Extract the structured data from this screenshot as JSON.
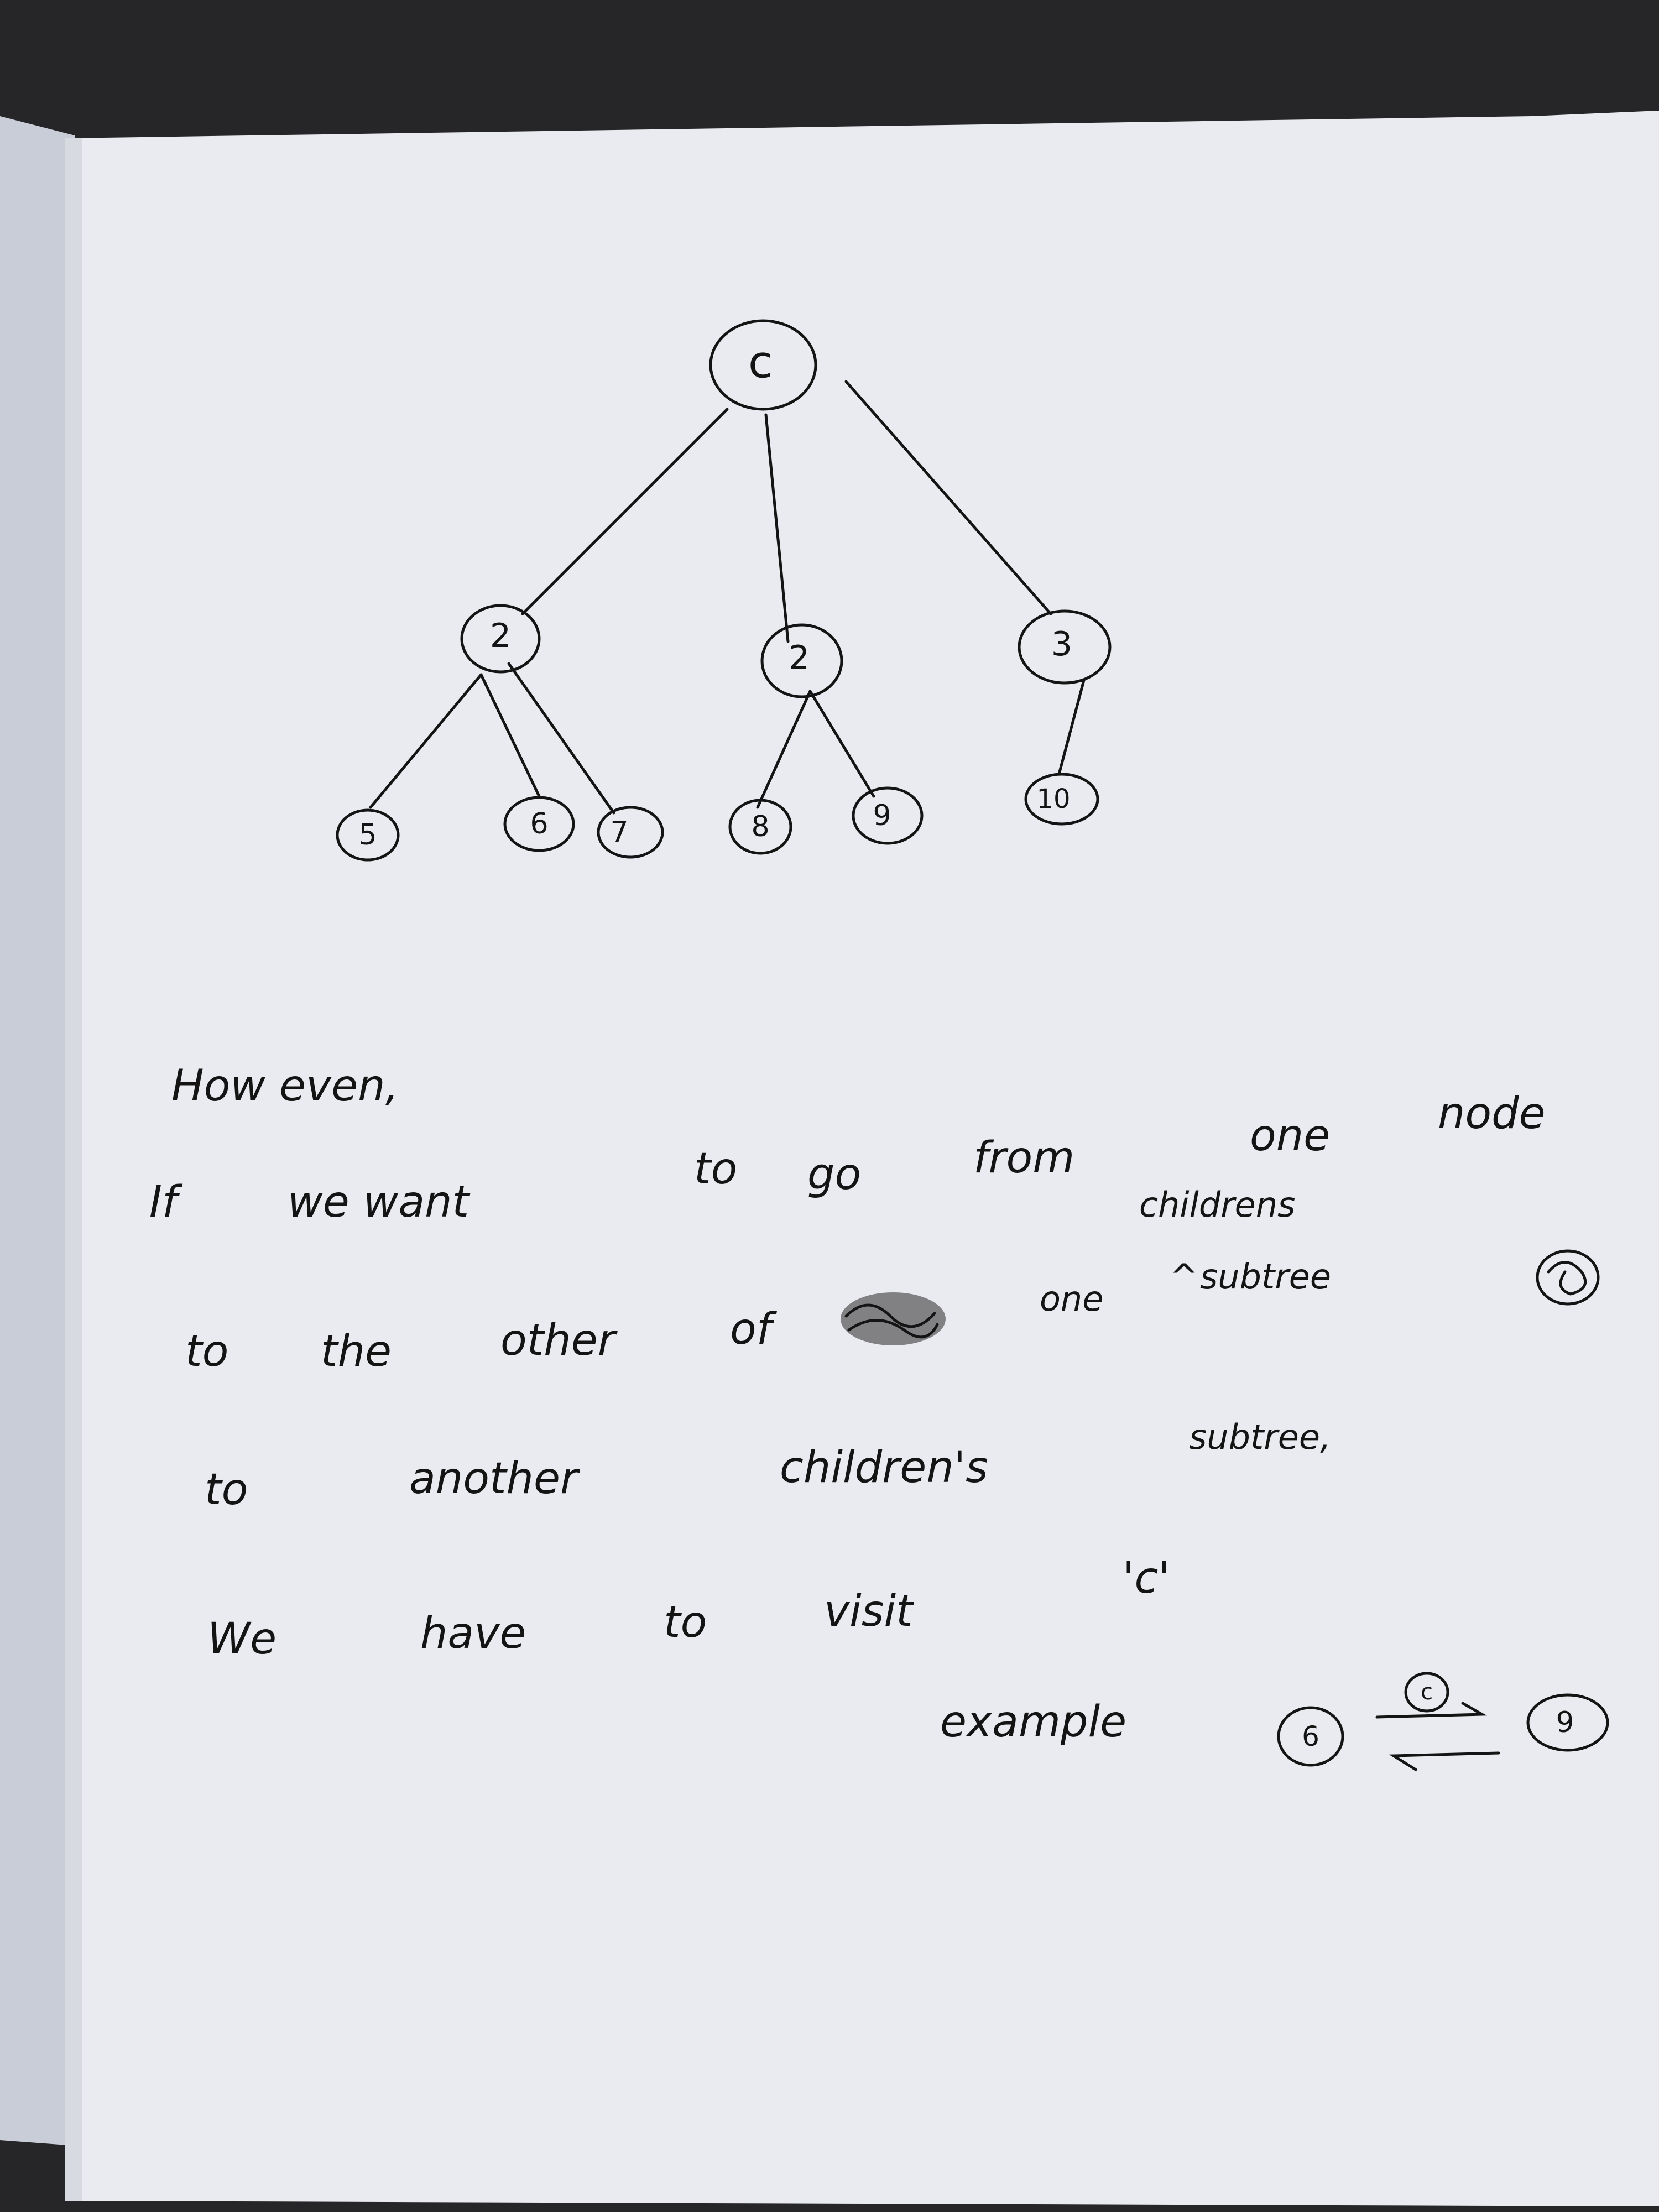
{
  "colors": {
    "background": "#2a2a2c",
    "paper": "#ecedf2",
    "ink": "#141414"
  },
  "tree": {
    "root": "c",
    "level1": [
      "2",
      "2",
      "3"
    ],
    "level2": [
      "5",
      "6",
      "7",
      "8",
      "9",
      "10"
    ]
  },
  "note": {
    "line1": "How even,",
    "line2_words": [
      "If",
      "we want",
      "to",
      "go",
      "from",
      "one",
      "node"
    ],
    "line2_insert": "childrens",
    "line3_words": [
      "to",
      "the",
      "other",
      "of",
      "one",
      "subtree"
    ],
    "line4_words": [
      "to",
      "another",
      "children's",
      "subtree,"
    ],
    "line5_words": [
      "We",
      "have",
      "to",
      "visit",
      "'c'"
    ],
    "example_label": "example",
    "example_from": "6",
    "example_via": "c",
    "example_to": "9"
  }
}
